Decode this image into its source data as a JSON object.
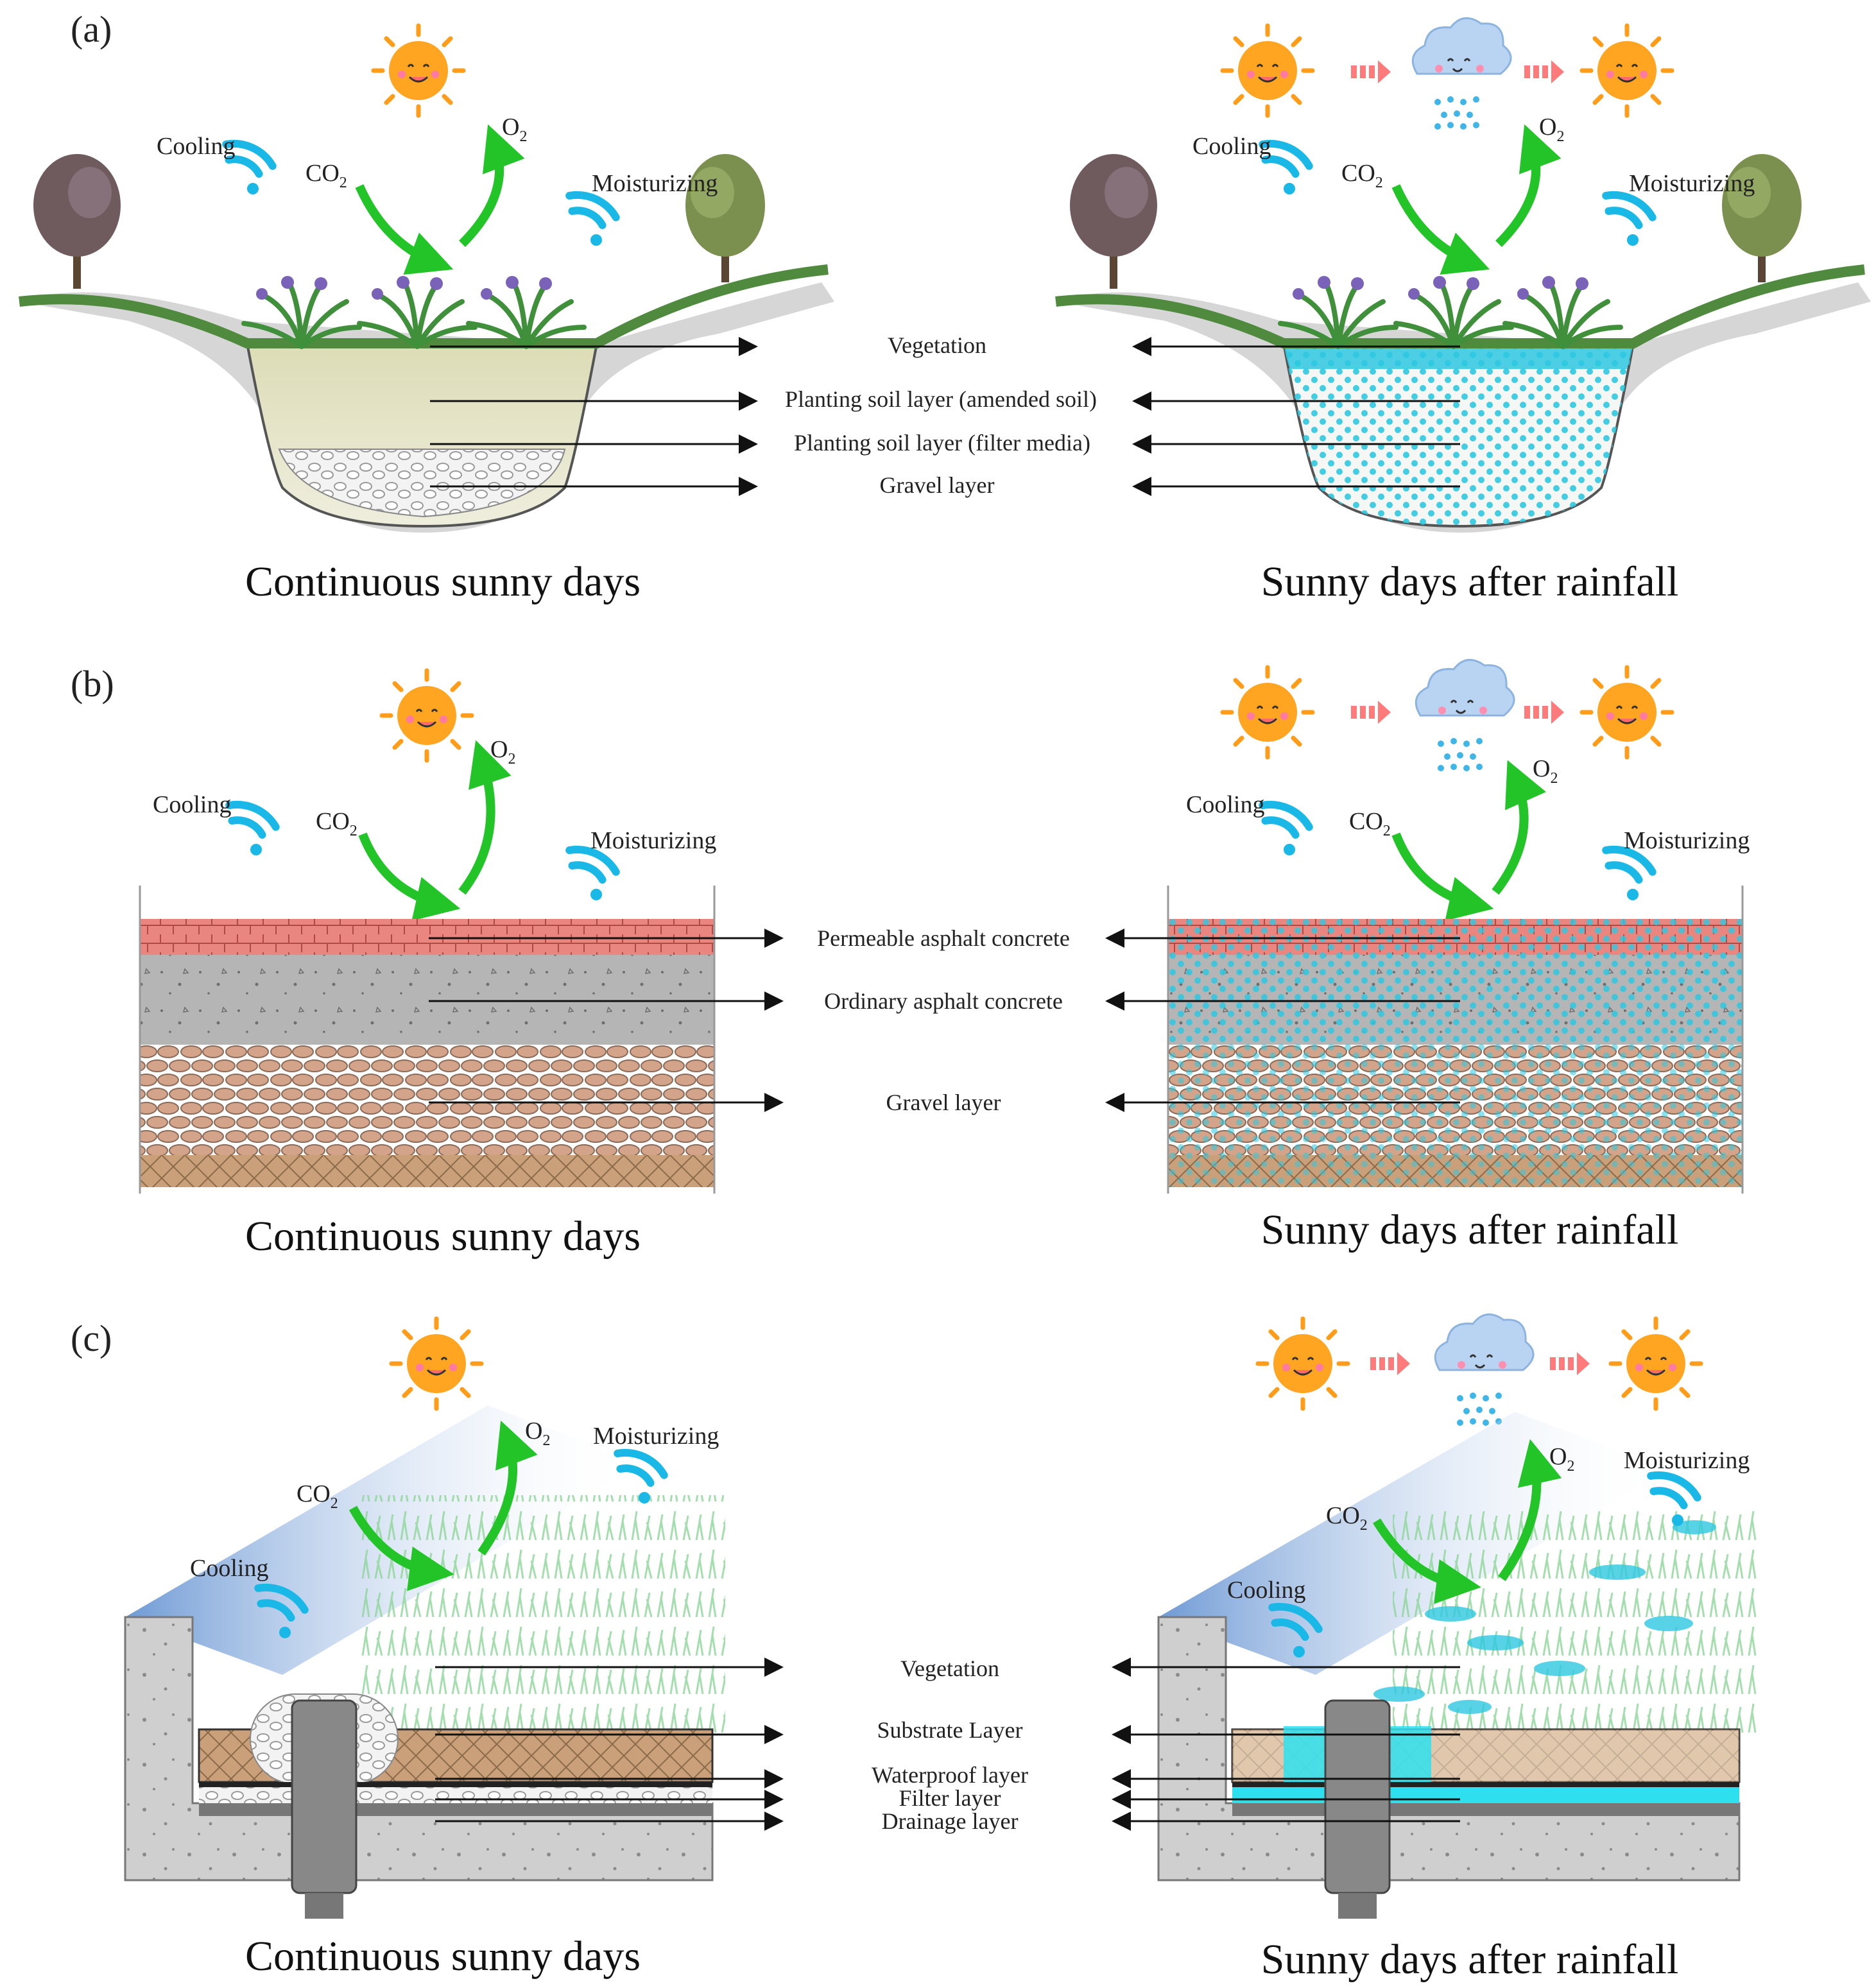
{
  "panels": [
    {
      "tag": "(a)",
      "left_title": "Continuous sunny days",
      "right_title": "Sunny days after rainfall",
      "effects": {
        "cooling": "Cooling",
        "moisturizing": "Moisturizing",
        "co2": "CO",
        "o2": "O",
        "sub": "2"
      },
      "layers": [
        "Vegetation",
        "Planting soil layer (amended soil)",
        "Planting soil layer (filter media)",
        "Gravel layer"
      ]
    },
    {
      "tag": "(b)",
      "left_title": "Continuous sunny days",
      "right_title": "Sunny days after rainfall",
      "effects": {
        "cooling": "Cooling",
        "moisturizing": "Moisturizing",
        "co2": "CO",
        "o2": "O",
        "sub": "2"
      },
      "layers": [
        "Permeable asphalt concrete",
        "Ordinary asphalt concrete",
        "Gravel layer"
      ]
    },
    {
      "tag": "(c)",
      "left_title": "Continuous sunny days",
      "right_title": "Sunny days after rainfall",
      "effects": {
        "cooling": "Cooling",
        "moisturizing": "Moisturizing",
        "co2": "CO",
        "o2": "O",
        "sub": "2"
      },
      "layers": [
        "Vegetation",
        "Substrate Layer",
        "Waterproof layer",
        "Filter layer",
        "Drainage layer"
      ]
    }
  ],
  "colors": {
    "arrow_green": "#22c428",
    "wifi_cyan": "#1ab8e6",
    "water": "#2ec8e0",
    "brick": "#e98680",
    "asphalt": "#b5b5b5",
    "gravel": "#d3a48a",
    "base": "#caa07a",
    "soil": "#e6e4c6",
    "substrate": "#c9a07a",
    "concrete": "#cfcfcf",
    "sky_blue": "#6f9bd6"
  }
}
